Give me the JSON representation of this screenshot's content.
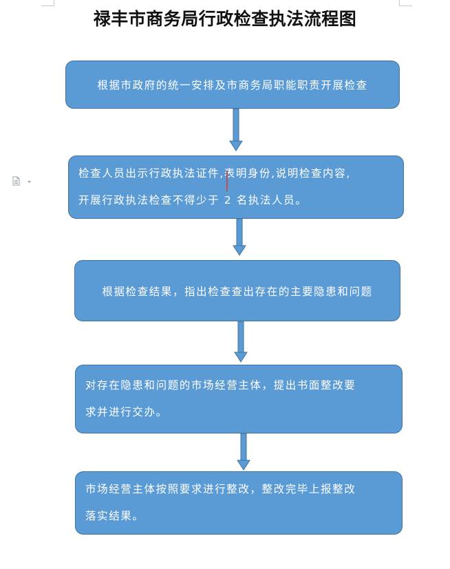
{
  "document": {
    "title": "禄丰市商务局行政检查执法流程图"
  },
  "flow": {
    "steps": [
      {
        "line1": "根据市政府的统一安排及市商务局职能职责开展检查",
        "line2": ""
      },
      {
        "line1": "检查人员出示行政执法证件,表明身份,说明检查内容,",
        "line2": "开展行政执法检查不得少于 2 名执法人员。"
      },
      {
        "line1": "根据检查结果，指出检查查出存在的主要隐患和问题",
        "line2": ""
      },
      {
        "line1": "对存在隐患和问题的市场经营主体，提出书面整改要",
        "line2": "求并进行交办。"
      },
      {
        "line1": "市场经营主体按照要求进行整改，整改完毕上报整改",
        "line2": "落实结果。"
      }
    ]
  },
  "colors": {
    "box_fill": "#5b9bd5",
    "box_border": "#41719c",
    "arrow_fill": "#5b9bd5",
    "text": "#ffffff"
  },
  "icons": {
    "side": "paste-options-icon",
    "arrow": "arrow-down-icon"
  }
}
